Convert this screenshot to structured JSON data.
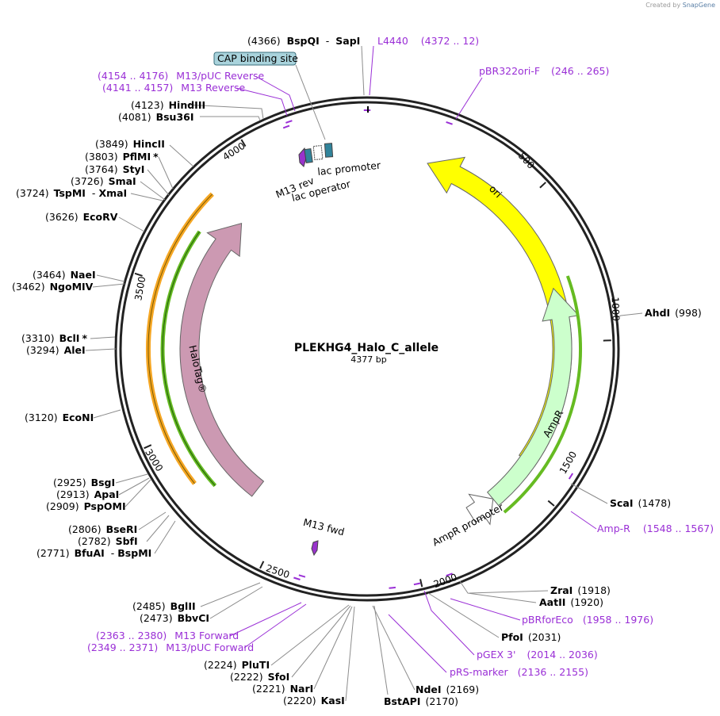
{
  "plasmid": {
    "name": "PLEKHG4_Halo_C_allele",
    "size_label": "4377 bp",
    "total_bp": 4377
  },
  "branding": {
    "created_by": "Created by",
    "app": "SnapGene"
  },
  "ticks": [
    "500",
    "1000",
    "1500",
    "2000",
    "2500",
    "3000",
    "3500",
    "4000"
  ],
  "features": [
    {
      "id": "ori",
      "label": "ori",
      "color": "#ffff00"
    },
    {
      "id": "ampr",
      "label": "AmpR",
      "color": "#ccffcc"
    },
    {
      "id": "ampr-promoter",
      "label": "AmpR promoter",
      "color": "#ffffff"
    },
    {
      "id": "halotag",
      "label": "HaloTag®",
      "color": "#cc99b2"
    },
    {
      "id": "m13-rev",
      "label": "M13 rev",
      "color": "#9933cc"
    },
    {
      "id": "lac-operator",
      "label": "lac operator",
      "color": "#31849b"
    },
    {
      "id": "lac-promoter",
      "label": "lac promoter",
      "color": "#ffffff"
    },
    {
      "id": "cap-site",
      "label": "CAP binding site",
      "color": "#31849b"
    },
    {
      "id": "m13-fwd",
      "label": "M13 fwd",
      "color": "#9933cc"
    }
  ],
  "sites": [
    {
      "pos": "(4366)",
      "name": "BspQI",
      "name2": "SapI"
    },
    {
      "pos": "(4123)",
      "name": "HindIII"
    },
    {
      "pos": "(4081)",
      "name": "Bsu36I"
    },
    {
      "pos": "(3849)",
      "name": "HincII"
    },
    {
      "pos": "(3803)",
      "name": "PflMI",
      "star": "*"
    },
    {
      "pos": "(3764)",
      "name": "StyI"
    },
    {
      "pos": "(3726)",
      "name": "SmaI"
    },
    {
      "pos": "(3724)",
      "name": "TspMI",
      "name2": "XmaI"
    },
    {
      "pos": "(3626)",
      "name": "EcoRV"
    },
    {
      "pos": "(3464)",
      "name": "NaeI"
    },
    {
      "pos": "(3462)",
      "name": "NgoMIV"
    },
    {
      "pos": "(3310)",
      "name": "BclI",
      "star": "*"
    },
    {
      "pos": "(3294)",
      "name": "AleI"
    },
    {
      "pos": "(3120)",
      "name": "EcoNI"
    },
    {
      "pos": "(2925)",
      "name": "BsgI"
    },
    {
      "pos": "(2913)",
      "name": "ApaI"
    },
    {
      "pos": "(2909)",
      "name": "PspOMI"
    },
    {
      "pos": "(2806)",
      "name": "BseRI"
    },
    {
      "pos": "(2782)",
      "name": "SbfI"
    },
    {
      "pos": "(2771)",
      "name": "BfuAI",
      "name2": "BspMI"
    },
    {
      "pos": "(2485)",
      "name": "BglII"
    },
    {
      "pos": "(2473)",
      "name": "BbvCI"
    },
    {
      "pos": "(2224)",
      "name": "PluTI"
    },
    {
      "pos": "(2222)",
      "name": "SfoI"
    },
    {
      "pos": "(2221)",
      "name": "NarI"
    },
    {
      "pos": "(2220)",
      "name": "KasI"
    },
    {
      "pos": "(2169)",
      "name": "NdeI"
    },
    {
      "pos": "(2170)",
      "name": "BstAPI"
    },
    {
      "pos": "(2031)",
      "name": "PfoI"
    },
    {
      "pos": "(1920)",
      "name": "AatII"
    },
    {
      "pos": "(1918)",
      "name": "ZraI"
    },
    {
      "pos": "(1478)",
      "name": "ScaI"
    },
    {
      "pos": "(998)",
      "name": "AhdI"
    }
  ],
  "primers": [
    {
      "name": "L4440",
      "range": "(4372 .. 12)"
    },
    {
      "name": "pBR322ori-F",
      "range": "(246 .. 265)"
    },
    {
      "name": "M13/pUC Reverse",
      "range": "(4154 .. 4176)"
    },
    {
      "name": "M13 Reverse",
      "range": "(4141 .. 4157)"
    },
    {
      "name": "Amp-R",
      "range": "(1548 .. 1567)"
    },
    {
      "name": "pBRforEco",
      "range": "(1958 .. 1976)"
    },
    {
      "name": "pGEX 3'",
      "range": "(2014 .. 2036)"
    },
    {
      "name": "pRS-marker",
      "range": "(2136 .. 2155)"
    },
    {
      "name": "M13 Forward",
      "range": "(2363 .. 2380)"
    },
    {
      "name": "M13/pUC Forward",
      "range": "(2349 .. 2371)"
    }
  ],
  "colors": {
    "primer": "#9a2fd6",
    "backbone": "#222222",
    "leader": "#8c8c8c",
    "ori_fill": "#ffff00",
    "amp_fill": "#ccffcc",
    "halo_fill": "#cc99b2",
    "orf_green": "#66bb22",
    "orf_orange": "#f5a623"
  }
}
